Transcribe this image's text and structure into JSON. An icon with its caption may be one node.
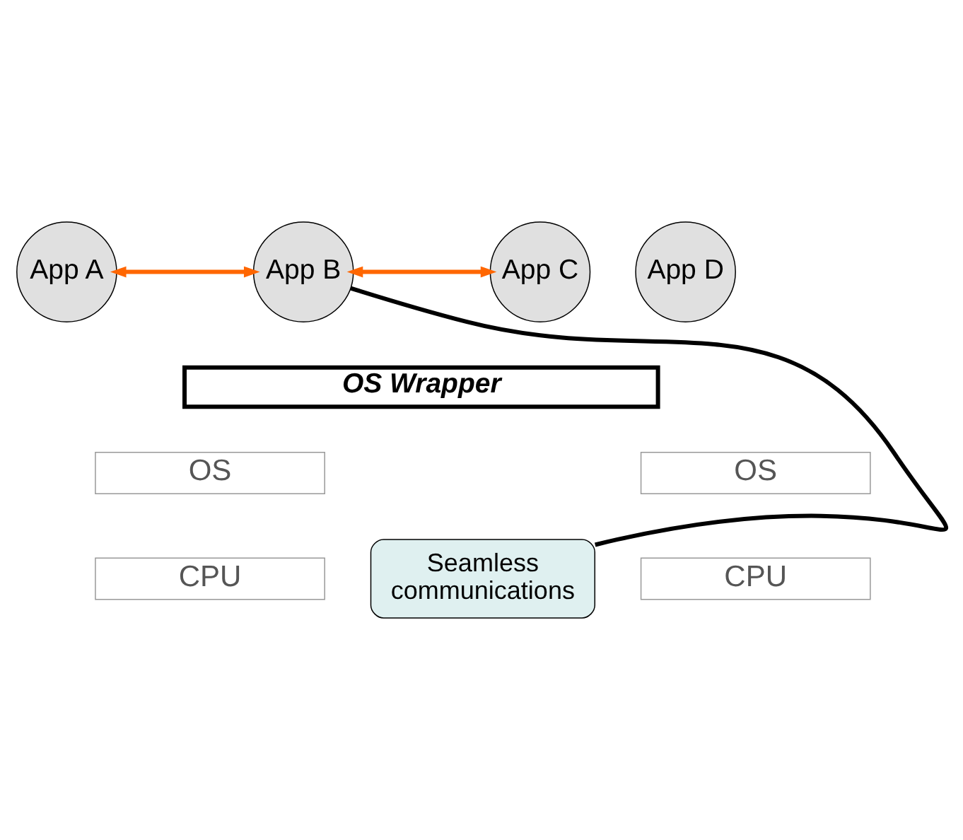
{
  "diagram": {
    "nodes": [
      {
        "text": [
          "App A"
        ]
      },
      {
        "text": [
          "App B"
        ]
      },
      {
        "text": [
          "App C"
        ]
      },
      {
        "text": [
          "App D"
        ]
      },
      {
        "text": [
          "OS Wrapper"
        ]
      },
      {
        "text": [
          "OS"
        ]
      },
      {
        "text": [
          "OS"
        ]
      },
      {
        "text": [
          "CPU"
        ]
      },
      {
        "text": [
          "CPU"
        ]
      },
      {
        "text": [
          "Seamless communications"
        ]
      }
    ],
    "edges": [
      {
        "from": 0,
        "to": 1,
        "arrow": "both",
        "color": "#ff6600"
      },
      {
        "from": 1,
        "to": 2,
        "arrow": "both",
        "color": "#ff6600"
      },
      {
        "from": 9,
        "to": 1,
        "arrow": "none",
        "color": "#000000"
      }
    ]
  }
}
